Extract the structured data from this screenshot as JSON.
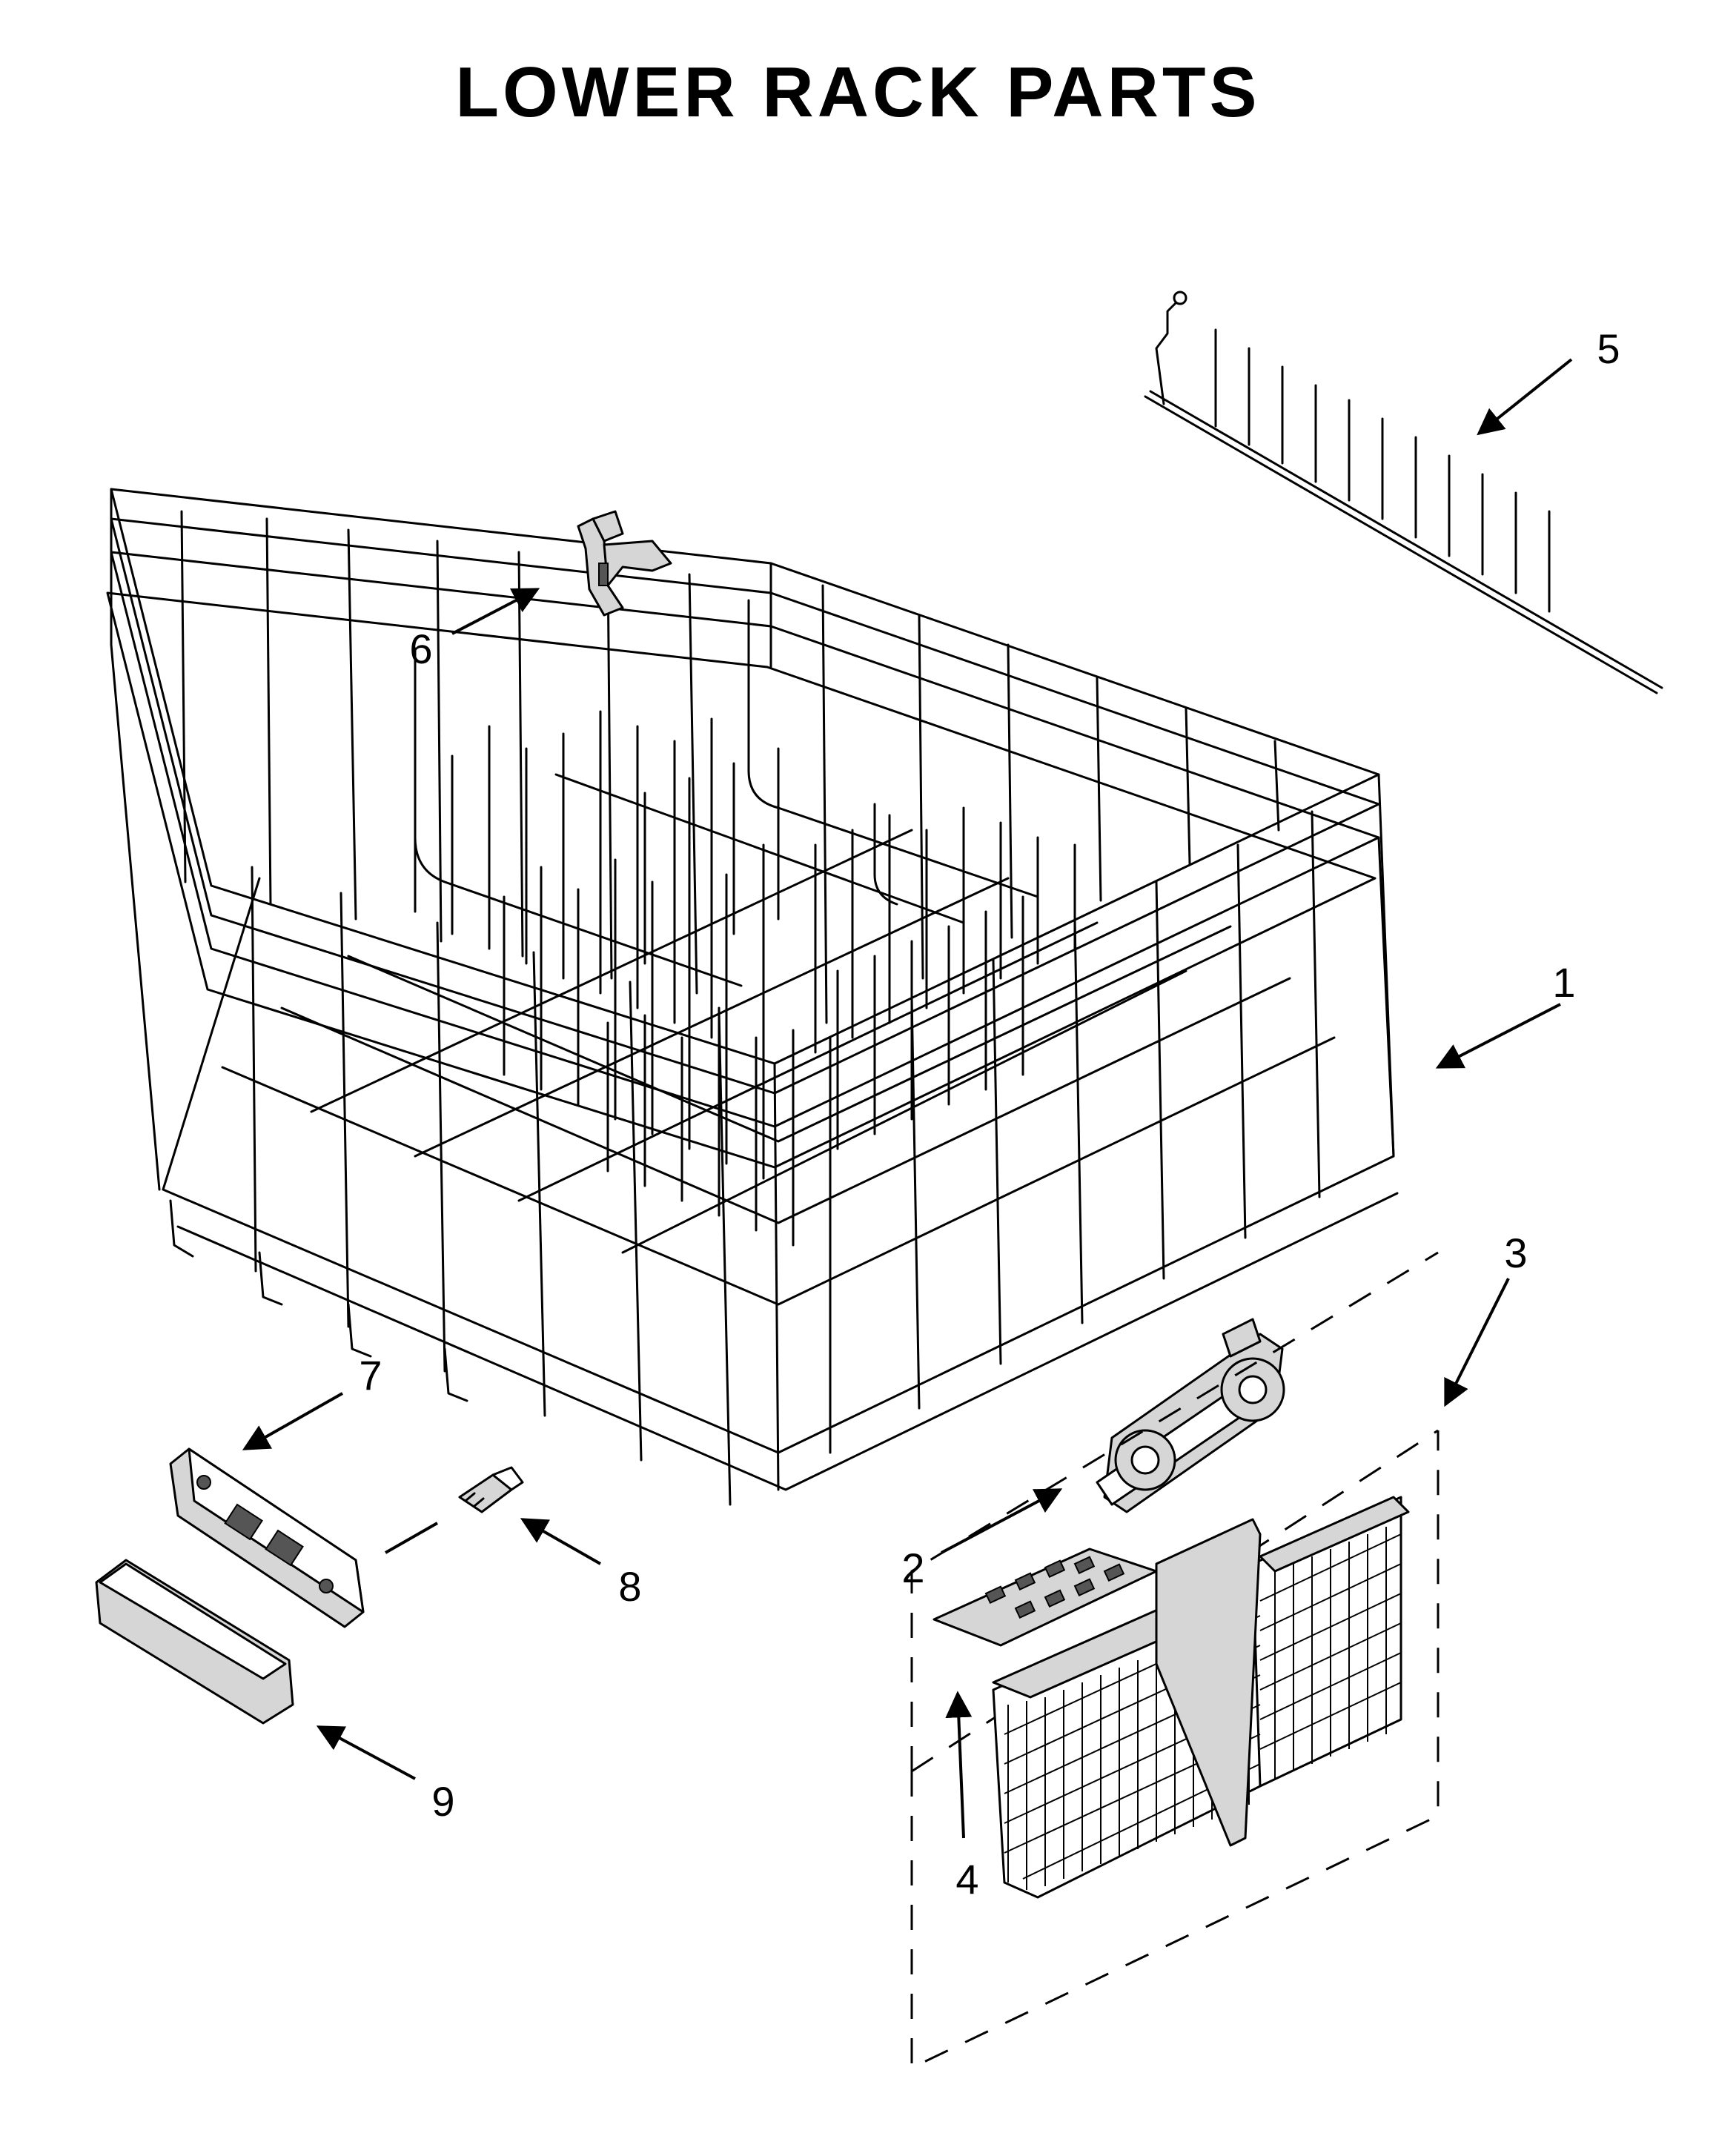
{
  "page_title": "LOWER RACK PARTS",
  "callouts": [
    {
      "num": "1",
      "part": "lower-rack"
    },
    {
      "num": "2",
      "part": "rack-wheel-assembly"
    },
    {
      "num": "3",
      "part": "utensil-basket-assembly"
    },
    {
      "num": "4",
      "part": "utensil-basket-lid"
    },
    {
      "num": "5",
      "part": "tine-row"
    },
    {
      "num": "6",
      "part": "tine-clip"
    },
    {
      "num": "7",
      "part": "handle-bracket"
    },
    {
      "num": "8",
      "part": "screw"
    },
    {
      "num": "9",
      "part": "handle-cover"
    }
  ]
}
